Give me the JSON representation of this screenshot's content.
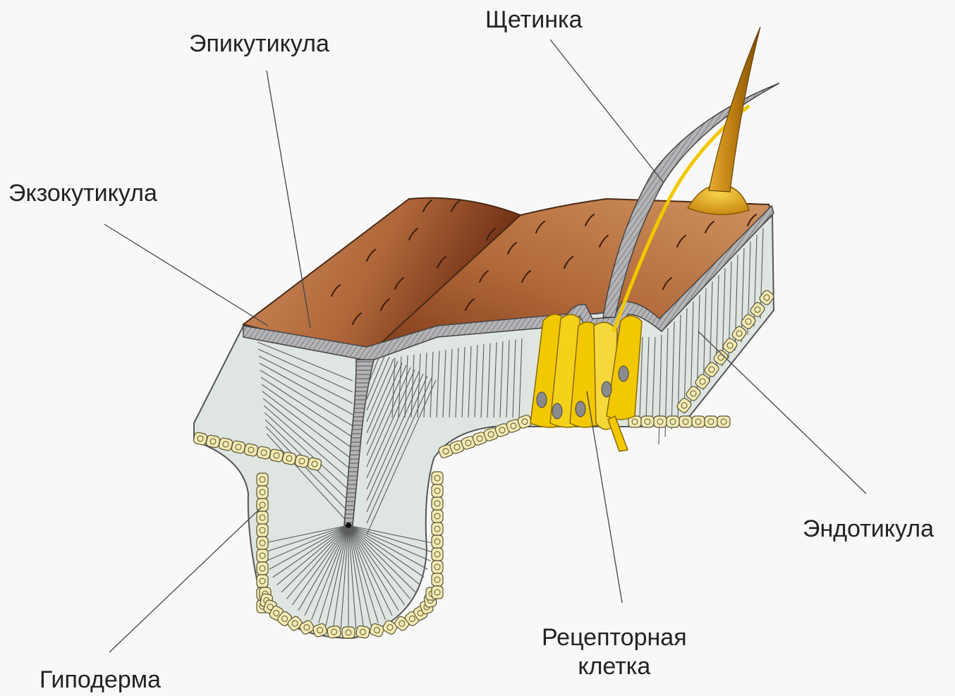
{
  "labels": {
    "bristle": "Щетинка",
    "epicuticle": "Эпикутикула",
    "exocuticle": "Экзокутикула",
    "endocuticle": "Эндотикула",
    "hypodermis": "Гиподерма",
    "receptor_line1": "Рецепторная",
    "receptor_line2": "клетка"
  },
  "colors": {
    "background": "#f8f8f8",
    "cuticle_top": "#9a4a20",
    "endocuticle_fill": "#dfe5e1",
    "epicuticle_band": "#a6a6a8",
    "hypodermis_cells": "#f3eab3",
    "receptor_cells": "#f2c800",
    "bristle": "#c5870e",
    "leader_line": "#444444"
  }
}
